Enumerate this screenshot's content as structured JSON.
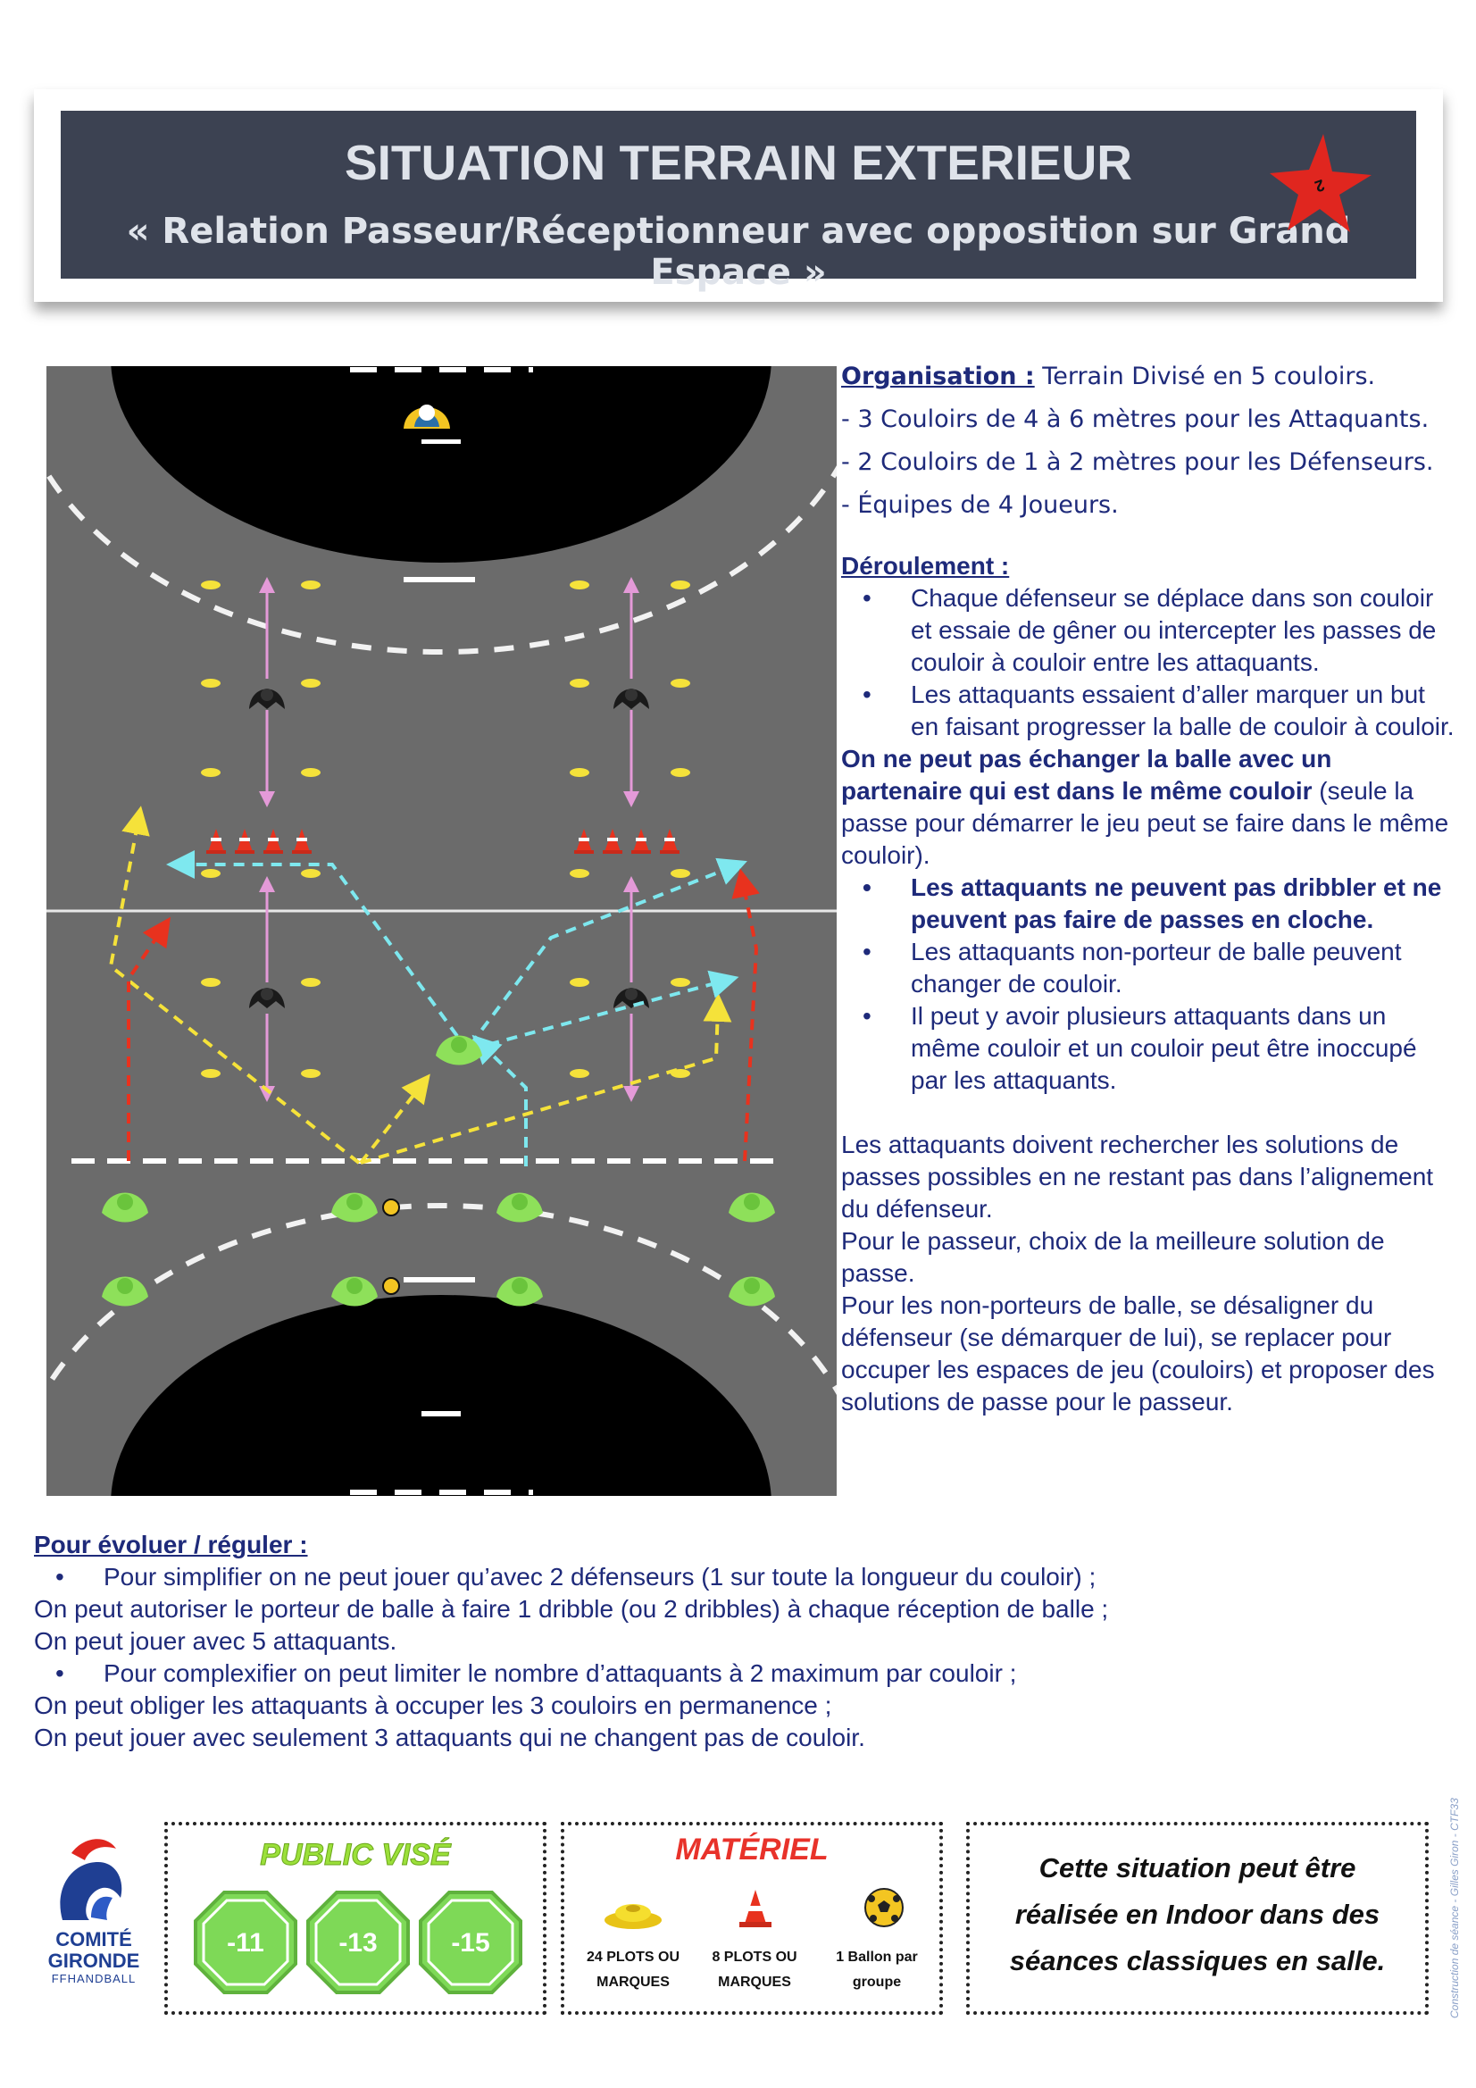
{
  "header": {
    "title": "SITUATION TERRAIN EXTERIEUR",
    "subtitle": "« Relation Passeur/Réceptionneur avec opposition sur Grand Espace  »",
    "badge_number": "2"
  },
  "organisation": {
    "heading": "Organisation :",
    "intro": " Terrain Divisé en 5 couloirs.",
    "lines": [
      "- 3 Couloirs de 4 à 6 mètres pour les Attaquants.",
      "- 2 Couloirs de 1 à 2 mètres pour les Défenseurs.",
      "- Équipes de 4 Joueurs."
    ]
  },
  "deroulement": {
    "heading": "Déroulement :",
    "bullet1": "Chaque défenseur se déplace dans son couloir et essaie de gêner ou intercepter les passes de couloir à couloir entre les attaquants.",
    "bullet2": "Les attaquants essaient d’aller marquer un but en faisant progresser la balle de couloir à couloir.",
    "rule_bold": "On ne peut pas échanger la balle avec un partenaire qui est dans le même couloir",
    "rule_normal": " (seule la passe pour démarrer le jeu peut se faire dans le même couloir).",
    "bullet3": "Les attaquants ne peuvent pas dribbler et ne peuvent pas faire de passes en cloche.",
    "bullet4": "Les attaquants non-porteur de balle peuvent changer de couloir.",
    "bullet5": "Il peut y avoir plusieurs attaquants dans un même couloir et un couloir peut être inoccupé par les attaquants.",
    "para1": "Les attaquants doivent rechercher les solutions de passes possibles en ne restant pas dans l’alignement du défenseur.",
    "para2": "Pour le passeur, choix de la meilleure solution de passe.",
    "para3": "Pour les non-porteurs de balle, se désaligner du défenseur (se démarquer de lui), se replacer pour occuper les espaces de jeu (couloirs) et proposer des solutions de passe pour le passeur."
  },
  "evoluer": {
    "heading": "Pour évoluer / réguler :",
    "lines": [
      {
        "bullet": true,
        "text": "Pour simplifier on ne peut jouer qu’avec 2 défenseurs (1 sur toute la longueur du couloir) ;"
      },
      {
        "bullet": false,
        "text": "On peut autoriser le porteur de balle à faire 1 dribble (ou 2 dribbles) à chaque réception de balle ;"
      },
      {
        "bullet": false,
        "text": "On peut jouer avec 5 attaquants."
      },
      {
        "bullet": true,
        "text": "Pour complexifier on peut limiter le nombre d’attaquants à 2 maximum par couloir ;"
      },
      {
        "bullet": false,
        "text": "On peut obliger les attaquants à occuper les 3 couloirs en permanence ;"
      },
      {
        "bullet": false,
        "text": "On peut jouer avec seulement 3 attaquants qui ne changent pas de couloir."
      }
    ]
  },
  "footer": {
    "logo_line1": "COMITÉ",
    "logo_line2": "GIRONDE",
    "logo_line3": "FFHANDBALL",
    "public_title": "PUBLIC VISÉ",
    "ages": [
      "-11",
      "-13",
      "-15"
    ],
    "materiel_title": "MATÉRIEL",
    "materiel": [
      {
        "label1": "24 PLOTS OU",
        "label2": "MARQUES"
      },
      {
        "label1": "8 PLOTS OU",
        "label2": "MARQUES"
      },
      {
        "label1": "1 Ballon par",
        "label2": "groupe"
      }
    ],
    "indoor_text": "Cette situation peut être réalisée en Indoor dans des séances classiques en salle.",
    "credit": "Construction de séance - Gilles Giron - CTF33"
  },
  "colors": {
    "header_band": "#3c4252",
    "court": "#6b6b6b",
    "text_blue": "#1e2a7a",
    "green_player": "#8ee05a",
    "yellow_arrow": "#f5e23a",
    "cyan_arrow": "#7ee8ef",
    "red_arrow": "#e8321e",
    "pink_arrow": "#e49ad8"
  }
}
